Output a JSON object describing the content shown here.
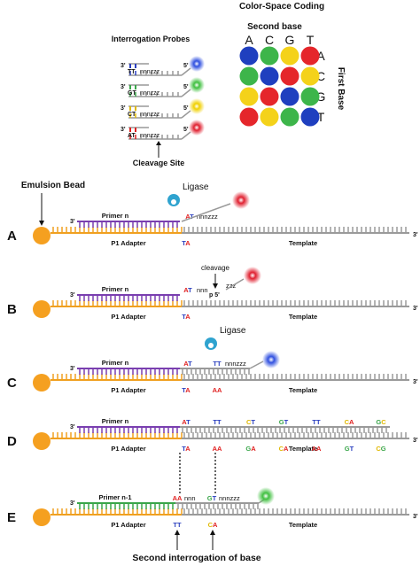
{
  "colorspace": {
    "title": "Color-Space Coding",
    "second_base_label": "Second base",
    "first_base_label": "First Base",
    "col_letters": [
      "A",
      "C",
      "G",
      "T"
    ],
    "row_letters": [
      "A",
      "C",
      "G",
      "T"
    ],
    "matrix": [
      [
        "blue",
        "green",
        "yellow",
        "red"
      ],
      [
        "green",
        "blue",
        "red",
        "yellow"
      ],
      [
        "yellow",
        "red",
        "blue",
        "green"
      ],
      [
        "red",
        "yellow",
        "green",
        "blue"
      ]
    ],
    "colors": {
      "blue": "#1f3fbf",
      "green": "#3db54a",
      "yellow": "#f4d21a",
      "red": "#e5262b"
    }
  },
  "probes": {
    "title": "Interrogation Probes",
    "cleavage_label": "Cleavage Site",
    "prime3": "3'",
    "prime5": "5'",
    "items": [
      {
        "bases": "TT",
        "tail": "nnnzzz",
        "color": "blue",
        "hex": "#2a3fbf"
      },
      {
        "bases": "GT",
        "tail": "nnnzzz",
        "color": "green",
        "hex": "#3aa64a"
      },
      {
        "bases": "CT",
        "tail": "nnnzzz",
        "color": "yellow",
        "hex": "#e0b800"
      },
      {
        "bases": "AT",
        "tail": "nnnzzz",
        "color": "red",
        "hex": "#e02020"
      }
    ]
  },
  "common": {
    "emulsion_bead": "Emulsion Bead",
    "p1_adapter": "P1 Adapter",
    "template": "Template",
    "prime3": "3'",
    "primer_n": "Primer n",
    "primer_n1": "Primer n-1",
    "colors": {
      "adapter": "#f0a020",
      "primer": "#7a3fb0",
      "primer_n1": "#3aa64a",
      "template": "#9a9a9a",
      "bead": "#f5a020"
    }
  },
  "rows": [
    {
      "label": "A",
      "ligase": "Ligase",
      "top_bases": "AT",
      "probe_tail": "nnnzzz",
      "bottom_bases": "TA"
    },
    {
      "label": "B",
      "cleavage": "cleavage",
      "top_bases": "AT",
      "probe_tail": "nnn",
      "p5": "p 5'",
      "leaving": "zzz",
      "bottom_bases": "TA"
    },
    {
      "label": "C",
      "ligase": "Ligase",
      "top_pairs": [
        "AT",
        "TT"
      ],
      "probe_tail": "nnnzzz",
      "bottom_pairs": [
        "TA",
        "AA"
      ]
    },
    {
      "label": "D",
      "top_pairs": [
        "AT",
        "TT",
        "CT",
        "GT",
        "TT",
        "CA",
        "GC"
      ],
      "bottom_pairs": [
        "TA",
        "AA",
        "GA",
        "CA",
        "AA",
        "GT",
        "CG"
      ]
    },
    {
      "label": "E",
      "top_seq": "AAnnnGTnnnzzz",
      "bottom_bases": [
        "TT",
        "CA"
      ],
      "caption": "Second interrogation of base"
    }
  ]
}
